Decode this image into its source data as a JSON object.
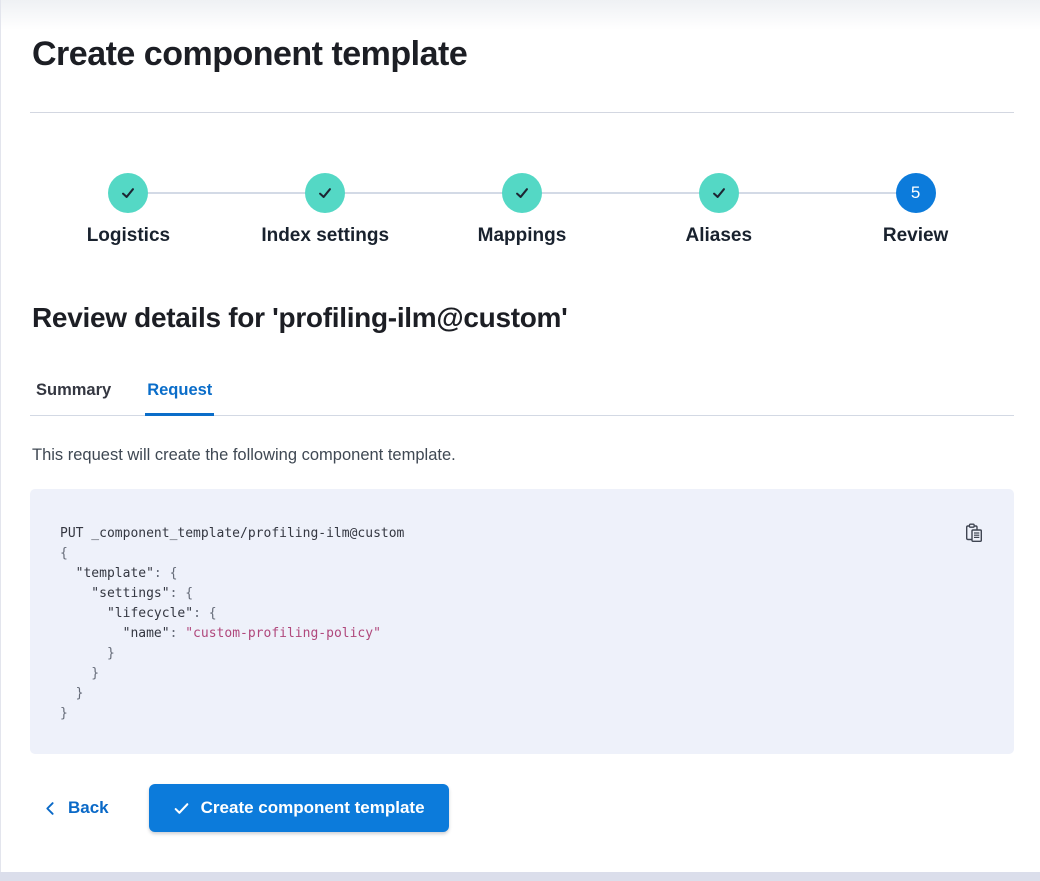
{
  "page": {
    "title": "Create component template"
  },
  "steps": [
    {
      "label": "Logistics",
      "state": "complete"
    },
    {
      "label": "Index settings",
      "state": "complete"
    },
    {
      "label": "Mappings",
      "state": "complete"
    },
    {
      "label": "Aliases",
      "state": "complete"
    },
    {
      "label": "Review",
      "state": "current",
      "number": "5"
    }
  ],
  "review": {
    "heading": "Review details for 'profiling-ilm@custom'",
    "description": "This request will create the following component template."
  },
  "tabs": [
    {
      "label": "Summary",
      "active": false
    },
    {
      "label": "Request",
      "active": true
    }
  ],
  "code": {
    "lines": [
      [
        [
          "plain",
          "PUT _component_template/profiling-ilm@custom"
        ]
      ],
      [
        [
          "punct",
          "{"
        ]
      ],
      [
        [
          "plain",
          "  \"template\""
        ],
        [
          "punct",
          ": {"
        ]
      ],
      [
        [
          "plain",
          "    \"settings\""
        ],
        [
          "punct",
          ": {"
        ]
      ],
      [
        [
          "plain",
          "      \"lifecycle\""
        ],
        [
          "punct",
          ": {"
        ]
      ],
      [
        [
          "plain",
          "        \"name\""
        ],
        [
          "punct",
          ": "
        ],
        [
          "string",
          "\"custom-profiling-policy\""
        ]
      ],
      [
        [
          "punct",
          "      }"
        ]
      ],
      [
        [
          "punct",
          "    }"
        ]
      ],
      [
        [
          "punct",
          "  }"
        ]
      ],
      [
        [
          "punct",
          "}"
        ]
      ]
    ]
  },
  "footer": {
    "back_label": "Back",
    "create_label": "Create component template"
  },
  "colors": {
    "primary_blue": "#0c7bdb",
    "link_blue": "#0a69c7",
    "tab_active_blue": "#0a6dc9",
    "step_complete_teal": "#54d8c5",
    "code_background": "#eef1fa",
    "code_string_pink": "#b0487c",
    "code_punct_gray": "#646a77",
    "code_text_dark": "#343741"
  }
}
